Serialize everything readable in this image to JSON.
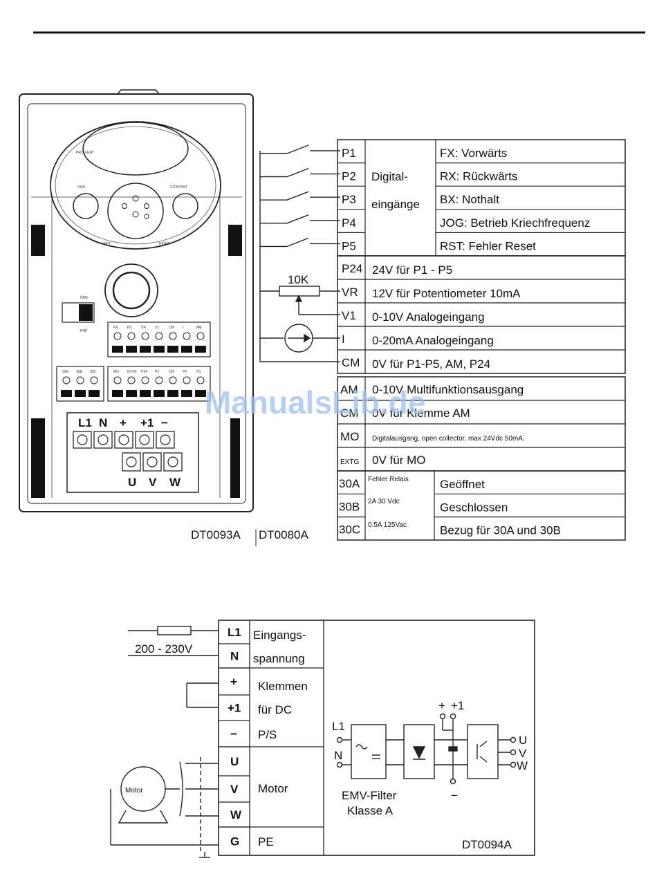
{
  "rule": "",
  "terminal_table": {
    "digital_inputs": [
      {
        "terminal": "P1",
        "function": "FX: Vorwärts"
      },
      {
        "terminal": "P2",
        "function": "RX: Rückwärts"
      },
      {
        "terminal": "P3",
        "function": "BX: Nothalt"
      },
      {
        "terminal": "P4",
        "function": "JOG: Betrieb Kriechfrequenz"
      },
      {
        "terminal": "P5",
        "function": "RST: Fehler Reset"
      }
    ],
    "digital_group": [
      "Digital-",
      "eingänge"
    ],
    "supply_rows": [
      {
        "terminal": "P24",
        "desc": "24V für P1 - P5"
      },
      {
        "terminal": "VR",
        "desc": "12V für Potentiometer 10mA"
      },
      {
        "terminal": "V1",
        "desc": "0-10V Analogeingang"
      },
      {
        "terminal": "I",
        "desc": "0-20mA Analogeingang"
      },
      {
        "terminal": "CM",
        "desc": "0V für P1-P5, AM, P24"
      }
    ],
    "output_rows": [
      {
        "terminal": "AM",
        "desc": "0-10V Multifunktionsausgang"
      },
      {
        "terminal": "CM",
        "desc": "0V für Klemme AM"
      },
      {
        "terminal": "MO",
        "desc": "Digitalausgang, open collector, max 24Vdc 50mA."
      },
      {
        "terminal": "EXTG",
        "desc": "0V für MO"
      }
    ],
    "relay_rows": [
      {
        "terminal": "30A",
        "desc": "Geöffnet"
      },
      {
        "terminal": "30B",
        "desc": "Geschlossen"
      },
      {
        "terminal": "30C",
        "desc": "Bezug für 30A und 30B"
      }
    ],
    "relay_notes": [
      "Fehler Relais",
      "2A 30 Vdc",
      "0.5A 125Vac"
    ],
    "potentiometer": "10K"
  },
  "keypad": {
    "run": "RUN",
    "stop": "STOP/RST",
    "prog": "PROG ENT",
    "npn": "NPN",
    "pnp": "PNP",
    "left": "LEFT",
    "right": "RIGHT"
  },
  "terminal_strip_top": [
    "P4",
    "P5",
    "VR",
    "V1",
    "CM",
    "I",
    "AM"
  ],
  "terminal_strip_bottom": [
    "MO",
    "EXTG",
    "P24",
    "P1",
    "CM",
    "P2",
    "P3"
  ],
  "relay_strip": [
    "30A",
    "30B",
    "30C"
  ],
  "power_terminals_top": [
    "L1",
    "N",
    "+",
    "+1",
    "−"
  ],
  "power_terminals_bottom": [
    "U",
    "V",
    "W"
  ],
  "fig_ids": {
    "left": "DT0093A",
    "right": "DT0080A",
    "bottom": "DT0094A"
  },
  "watermark": "ManualsLib.de",
  "power_diagram": {
    "voltage": "200 - 230V",
    "rows": [
      {
        "terminal": "L1"
      },
      {
        "terminal": "N"
      },
      {
        "terminal": "+"
      },
      {
        "terminal": "+1"
      },
      {
        "terminal": "−"
      },
      {
        "terminal": "U"
      },
      {
        "terminal": "V"
      },
      {
        "terminal": "W"
      },
      {
        "terminal": "G"
      }
    ],
    "group_input": [
      "Eingangs-",
      "spannung"
    ],
    "group_dc": [
      "Klemmen",
      "für DC",
      "P/S"
    ],
    "group_motor": "Motor",
    "group_pe": "PE",
    "motor_label": "Motor",
    "filter_label": [
      "EMV-Filter",
      "Klasse A"
    ],
    "circuit_in": [
      "L1",
      "N"
    ],
    "circuit_dc": [
      "+",
      "+1",
      "−"
    ],
    "circuit_out": [
      "U",
      "V",
      "W"
    ]
  }
}
